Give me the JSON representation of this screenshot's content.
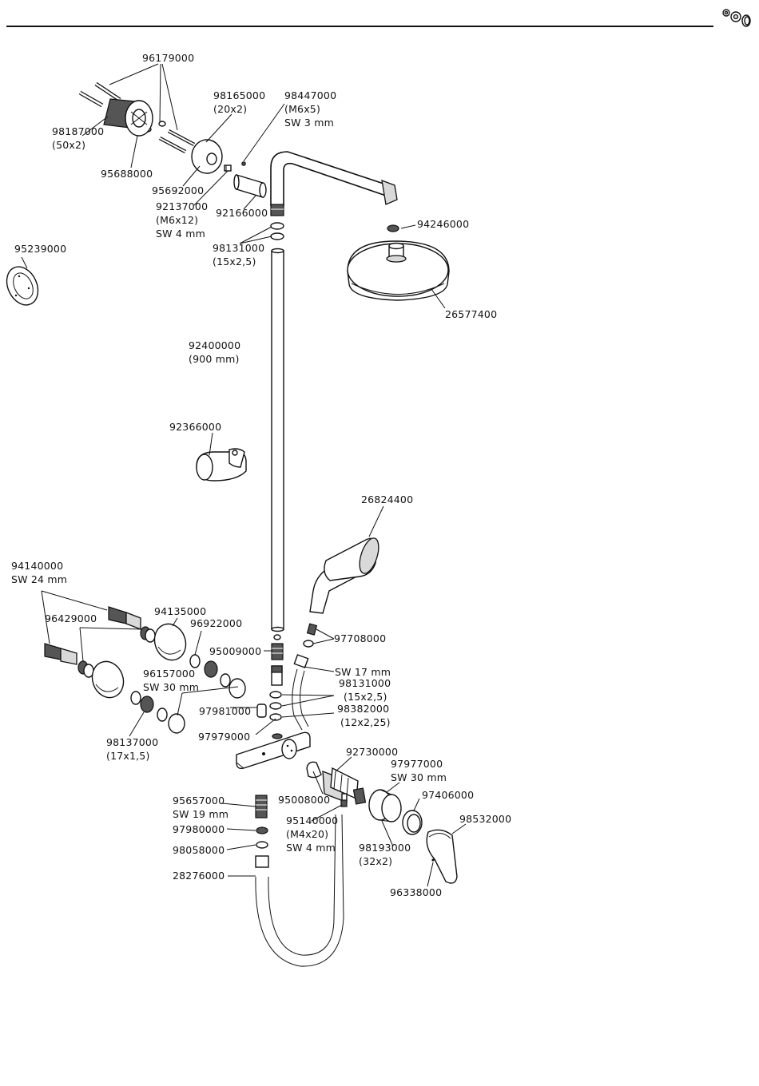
{
  "parts": [
    {
      "id": "p96179000",
      "number": "96179000"
    },
    {
      "id": "p98165000",
      "number": "98165000",
      "spec": "(20x2)"
    },
    {
      "id": "p98447000",
      "number": "98447000",
      "spec": "(M6x5)",
      "tool": "SW 3 mm"
    },
    {
      "id": "p98187000",
      "number": "98187000",
      "spec": "(50x2)"
    },
    {
      "id": "p95688000",
      "number": "95688000"
    },
    {
      "id": "p95692000",
      "number": "95692000"
    },
    {
      "id": "p92137000",
      "number": "92137000",
      "spec": "(M6x12)",
      "tool": "SW 4 mm"
    },
    {
      "id": "p92166000",
      "number": "92166000"
    },
    {
      "id": "p94246000",
      "number": "94246000"
    },
    {
      "id": "p98131000a",
      "number": "98131000",
      "spec": "(15x2,5)"
    },
    {
      "id": "p95239000",
      "number": "95239000"
    },
    {
      "id": "p26577400",
      "number": "26577400"
    },
    {
      "id": "p92400000",
      "number": "92400000",
      "spec": "(900 mm)"
    },
    {
      "id": "p92366000",
      "number": "92366000"
    },
    {
      "id": "p26824400",
      "number": "26824400"
    },
    {
      "id": "p94140000",
      "number": "94140000",
      "tool": "SW 24 mm"
    },
    {
      "id": "p96429000",
      "number": "96429000"
    },
    {
      "id": "p94135000",
      "number": "94135000"
    },
    {
      "id": "p96922000",
      "number": "96922000"
    },
    {
      "id": "p95009000",
      "number": "95009000"
    },
    {
      "id": "p97708000",
      "number": "97708000"
    },
    {
      "id": "pSW17",
      "number": "SW 17 mm"
    },
    {
      "id": "p98131000b",
      "number": "98131000",
      "spec": "(15x2,5)"
    },
    {
      "id": "p96157000",
      "number": "96157000",
      "tool": "SW 30 mm"
    },
    {
      "id": "p97981000",
      "number": "97981000"
    },
    {
      "id": "p98382000",
      "number": "98382000",
      "spec": "(12x2,25)"
    },
    {
      "id": "p97979000",
      "number": "97979000"
    },
    {
      "id": "p98137000",
      "number": "98137000",
      "spec": "(17x1,5)"
    },
    {
      "id": "p92730000",
      "number": "92730000"
    },
    {
      "id": "p97977000",
      "number": "97977000",
      "tool": "SW 30 mm"
    },
    {
      "id": "p95657000",
      "number": "95657000",
      "tool": "SW 19 mm"
    },
    {
      "id": "p95008000",
      "number": "95008000"
    },
    {
      "id": "p97406000",
      "number": "97406000"
    },
    {
      "id": "p98532000",
      "number": "98532000"
    },
    {
      "id": "p95140000",
      "number": "95140000",
      "spec": "(M4x20)",
      "tool": "SW 4 mm"
    },
    {
      "id": "p97980000",
      "number": "97980000"
    },
    {
      "id": "p98193000",
      "number": "98193000",
      "spec": "(32x2)"
    },
    {
      "id": "p98058000",
      "number": "98058000"
    },
    {
      "id": "p96338000",
      "number": "96338000"
    },
    {
      "id": "p28276000",
      "number": "28276000"
    }
  ]
}
